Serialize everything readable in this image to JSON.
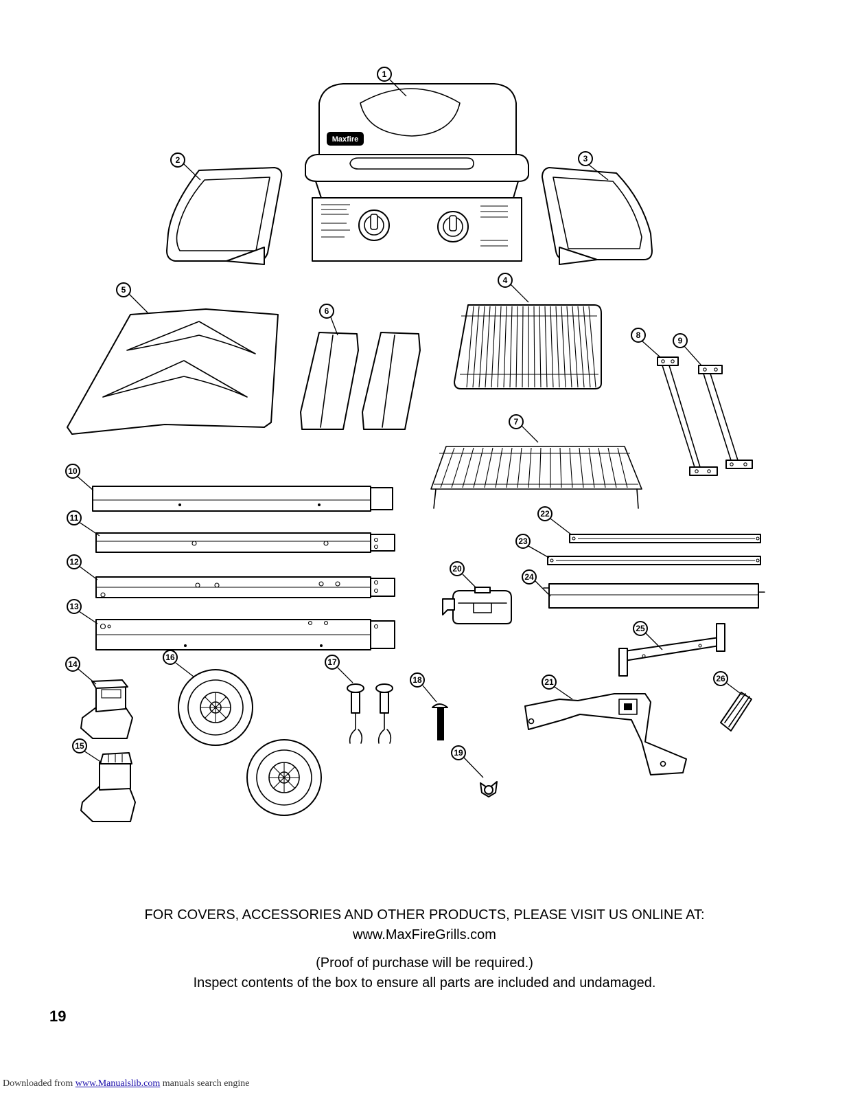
{
  "diagram": {
    "brand_logo": "Maxfire",
    "callouts": [
      "1",
      "2",
      "3",
      "4",
      "5",
      "6",
      "7",
      "8",
      "9",
      "10",
      "11",
      "12",
      "13",
      "14",
      "15",
      "16",
      "17",
      "18",
      "19",
      "20",
      "21",
      "22",
      "23",
      "24",
      "25",
      "26"
    ]
  },
  "footer": {
    "line1": "FOR COVERS, ACCESSORIES AND OTHER PRODUCTS, PLEASE VISIT US ONLINE AT:",
    "line2": "www.MaxFireGrills.com",
    "line3": "(Proof of purchase will be required.)",
    "line4": "Inspect contents of the box to ensure all parts are included and undamaged."
  },
  "page_number": "19",
  "watermark": {
    "prefix": "Downloaded from ",
    "link": "www.Manualslib.com",
    "suffix": " manuals search engine"
  }
}
